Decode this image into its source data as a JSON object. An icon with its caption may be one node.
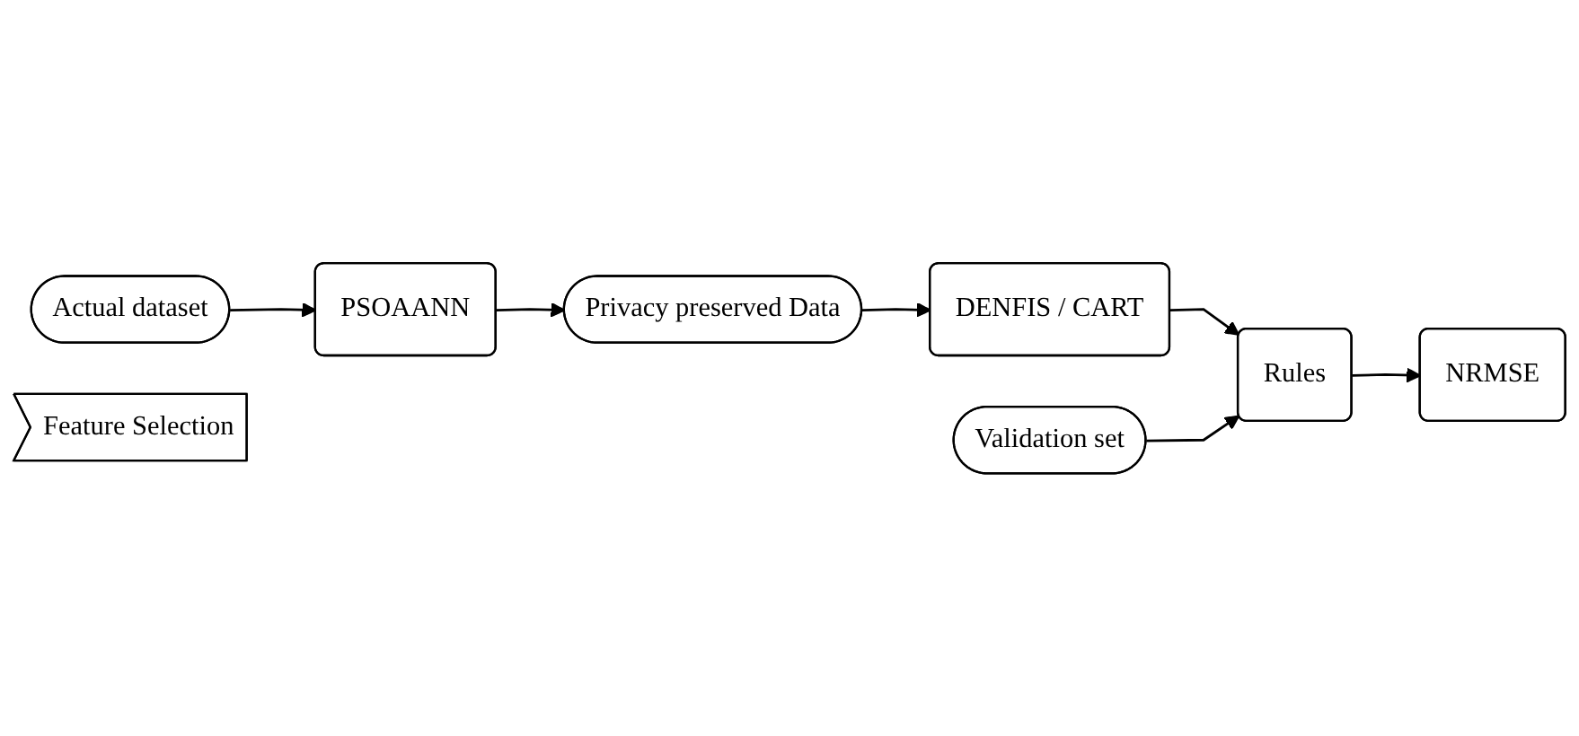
{
  "diagram": {
    "nodes": [
      {
        "text": [
          "Actual dataset"
        ]
      },
      {
        "text": [
          "PSOAANN"
        ]
      },
      {
        "text": [
          "Feature Selection"
        ]
      },
      {
        "text": [
          "Privacy preserved Data"
        ]
      },
      {
        "text": [
          "DENFIS / CART"
        ]
      },
      {
        "text": [
          "Validation set"
        ]
      },
      {
        "text": [
          "Rules"
        ]
      },
      {
        "text": [
          "NRMSE"
        ]
      }
    ],
    "edges": [
      {
        "from": 0,
        "to": 1,
        "arrow": "to"
      },
      {
        "from": 1,
        "to": 3,
        "arrow": "to"
      },
      {
        "from": 3,
        "to": 4,
        "arrow": "to"
      },
      {
        "from": 4,
        "to": 6,
        "arrow": "to"
      },
      {
        "from": 5,
        "to": 6,
        "arrow": "to"
      },
      {
        "from": 6,
        "to": 7,
        "arrow": "to"
      }
    ]
  }
}
